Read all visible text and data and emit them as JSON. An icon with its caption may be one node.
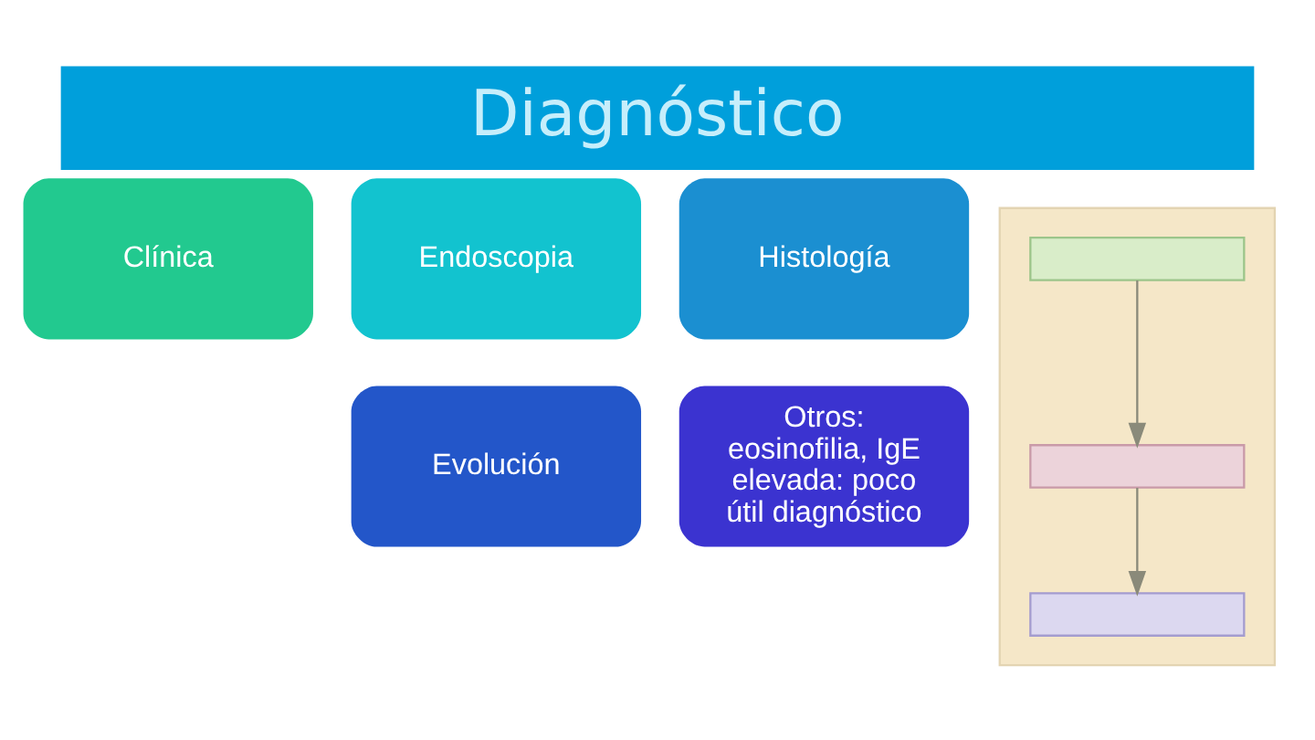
{
  "diagram": {
    "title": "Diagnóstico",
    "nodes": [
      {
        "text": [
          "Clínica"
        ]
      },
      {
        "text": [
          "Endoscopia"
        ]
      },
      {
        "text": [
          "Histología"
        ]
      },
      {
        "text": [
          "Evolución"
        ]
      },
      {
        "text": [
          "Otros: eosinofilia, IgE elevada: poco útil diagnóstico"
        ]
      },
      {
        "text": [],
        "shape": "picture"
      },
      {
        "text": [],
        "shape": "box",
        "in": 5
      },
      {
        "text": [],
        "shape": "box",
        "in": 5
      },
      {
        "text": [],
        "shape": "box",
        "in": 5
      }
    ],
    "edges": [
      {
        "from": 6,
        "to": 7,
        "arrow": "to"
      },
      {
        "from": 7,
        "to": 8,
        "arrow": "to"
      }
    ]
  }
}
